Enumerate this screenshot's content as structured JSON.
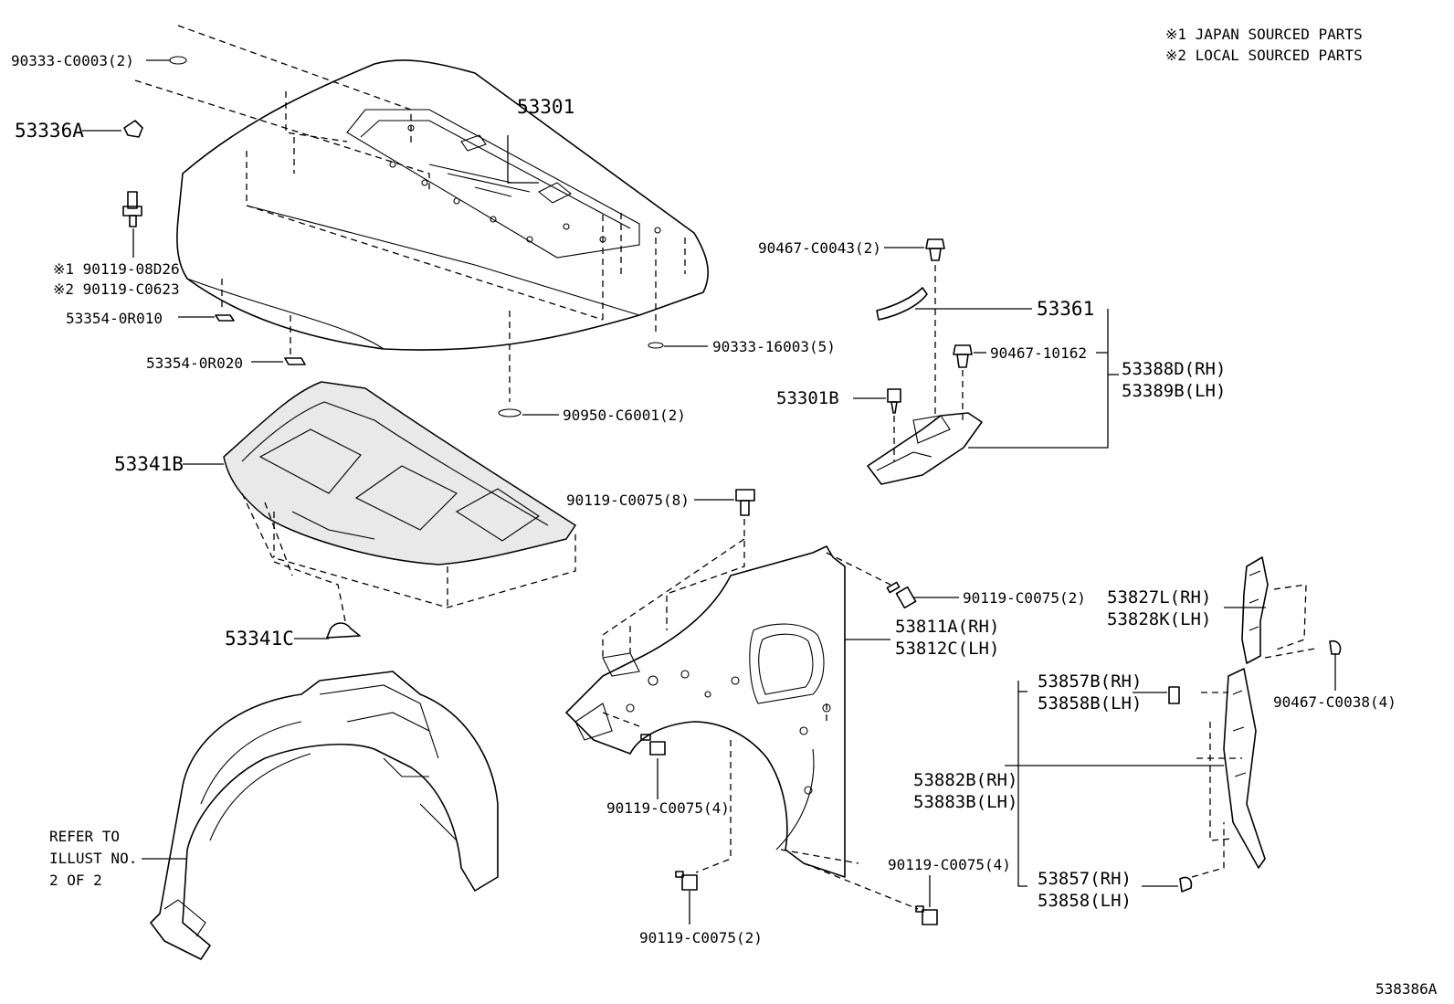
{
  "notes": {
    "japan": "※1 JAPAN SOURCED PARTS",
    "local": "※2 LOCAL SOURCED PARTS"
  },
  "labels": {
    "p90333_c0003": "90333-C0003(2)",
    "p53336a": "53336A",
    "p53301": "53301",
    "p90119_08d26": "※1 90119-08D26",
    "p90119_c0623": "※2 90119-C0623",
    "p53354_0r010": "53354-0R010",
    "p53354_0r020": "53354-0R020",
    "p90333_16003": "90333-16003(5)",
    "p90950_c6001": "90950-C6001(2)",
    "p53341b": "53341B",
    "p53341c": "53341C",
    "p90467_c0043": "90467-C0043(2)",
    "p53361": "53361",
    "p90467_10162": "90467-10162",
    "p53388d": "53388D(RH)",
    "p53389b": "53389B(LH)",
    "p53301b": "53301B",
    "p90119_c0075_8": "90119-C0075(8)",
    "p90119_c0075_2a": "90119-C0075(2)",
    "p53811a": "53811A(RH)",
    "p53812c": "53812C(LH)",
    "p53827l": "53827L(RH)",
    "p53828k": "53828K(LH)",
    "p90467_c0038": "90467-C0038(4)",
    "p53857b": "53857B(RH)",
    "p53858b": "53858B(LH)",
    "p53882b": "53882B(RH)",
    "p53883b": "53883B(LH)",
    "p90119_c0075_4a": "90119-C0075(4)",
    "p90119_c0075_4b": "90119-C0075(4)",
    "p53857": "53857(RH)",
    "p53858": "53858(LH)",
    "p90119_c0075_2b": "90119-C0075(2)",
    "refer1": "REFER TO",
    "refer2": "ILLUST NO.",
    "refer3": "2 OF 2",
    "figure_id": "538386A"
  }
}
